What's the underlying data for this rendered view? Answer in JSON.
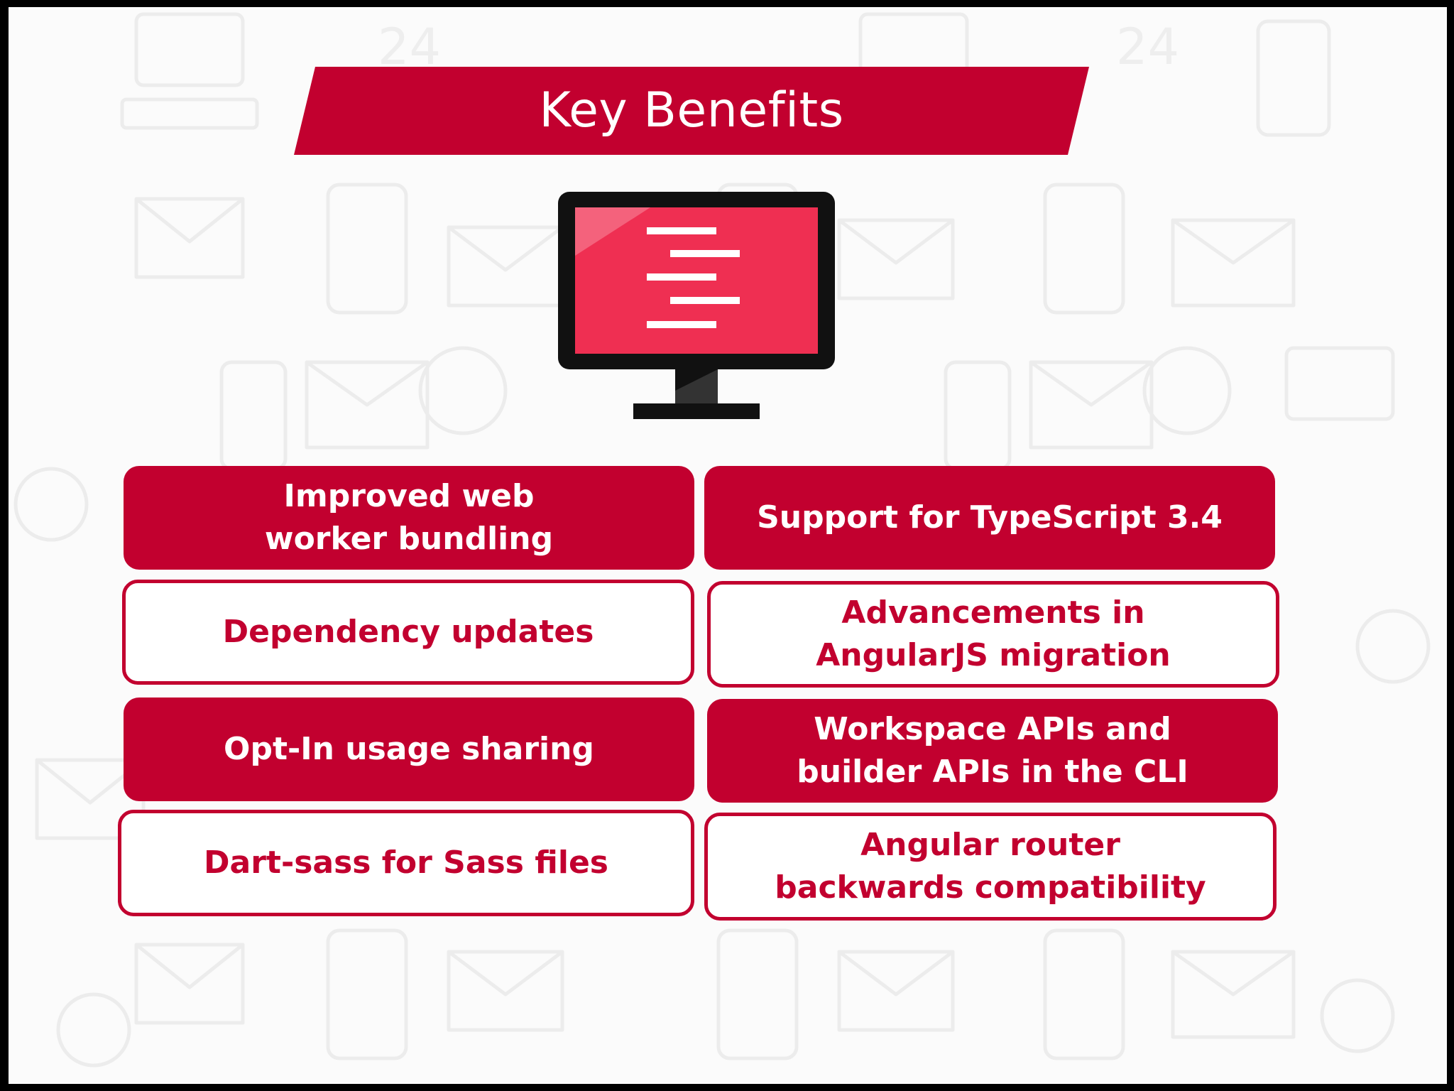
{
  "header": {
    "title": "Key Benefits"
  },
  "colors": {
    "accent": "#c2002f",
    "screen": "#ef2f52",
    "bezel": "#111111",
    "background": "#fbfbfb"
  },
  "illustration": {
    "icon": "monitor-icon"
  },
  "benefits": [
    {
      "label": "Improved web\nworker bundling",
      "style": "filled"
    },
    {
      "label": "Support for TypeScript 3.4",
      "style": "filled"
    },
    {
      "label": "Dependency updates",
      "style": "outlined"
    },
    {
      "label": "Advancements in\nAngularJS migration",
      "style": "outlined"
    },
    {
      "label": "Opt-In usage sharing",
      "style": "filled"
    },
    {
      "label": "Workspace APIs and\nbuilder APIs in the CLI",
      "style": "filled"
    },
    {
      "label": "Dart-sass for Sass files",
      "style": "outlined"
    },
    {
      "label": "Angular router\nbackwards compatibility",
      "style": "outlined"
    }
  ]
}
